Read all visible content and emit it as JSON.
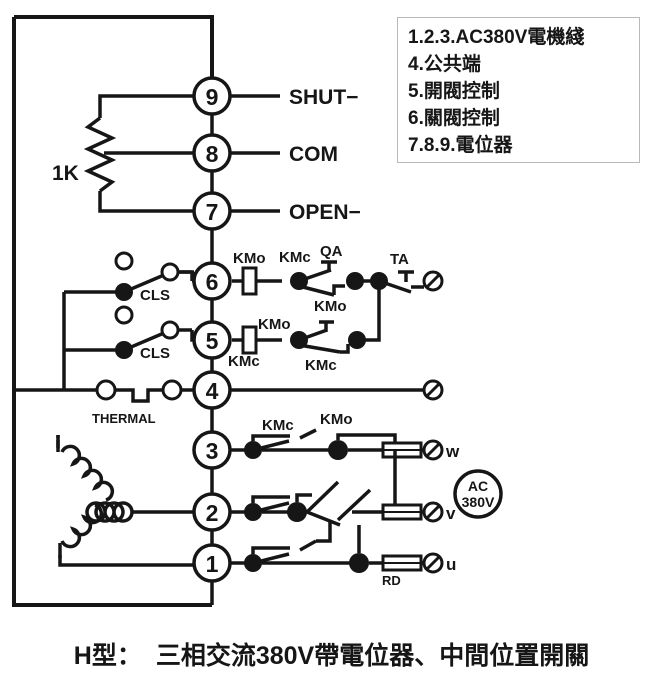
{
  "diagram": {
    "title_caption_prefix": "H型：",
    "title_caption_main": "三相交流380V帶電位器、中間位置開關",
    "legend": {
      "lines": [
        "1.2.3.AC380V電機綫",
        "4.公共端",
        "5.開閥控制",
        "6.關閥控制",
        "7.8.9.電位器"
      ]
    },
    "terminals": [
      {
        "id": "9",
        "number": "9",
        "label": "SHUT−"
      },
      {
        "id": "8",
        "number": "8",
        "label": "COM"
      },
      {
        "id": "7",
        "number": "7",
        "label": "OPEN−"
      },
      {
        "id": "6",
        "number": "6",
        "label": ""
      },
      {
        "id": "5",
        "number": "5",
        "label": ""
      },
      {
        "id": "4",
        "number": "4",
        "label": ""
      },
      {
        "id": "3",
        "number": "3",
        "label": ""
      },
      {
        "id": "2",
        "number": "2",
        "label": ""
      },
      {
        "id": "1",
        "number": "1",
        "label": ""
      }
    ],
    "components": {
      "potentiometer_value": "1K",
      "thermal_label": "THERMAL",
      "cls_upper": "CLS",
      "cls_lower": "CLS",
      "row6_coil": "KMo",
      "row6_contact1": "KMc",
      "row6_qa": "QA",
      "row6_qa_sub": "KMo",
      "row6_ta": "TA",
      "row5_coil_top": "KMo",
      "row5_coil_bottom": "KMc",
      "row5_contact": "KMc",
      "row3_contact_kmc": "KMc",
      "row3_contact_kmo": "KMo",
      "fuse_label": "RD",
      "supply_ac": "AC",
      "supply_voltage": "380V"
    },
    "phase_outputs": [
      {
        "id": "w",
        "label": "w"
      },
      {
        "id": "v",
        "label": "v"
      },
      {
        "id": "u",
        "label": "u"
      }
    ]
  }
}
